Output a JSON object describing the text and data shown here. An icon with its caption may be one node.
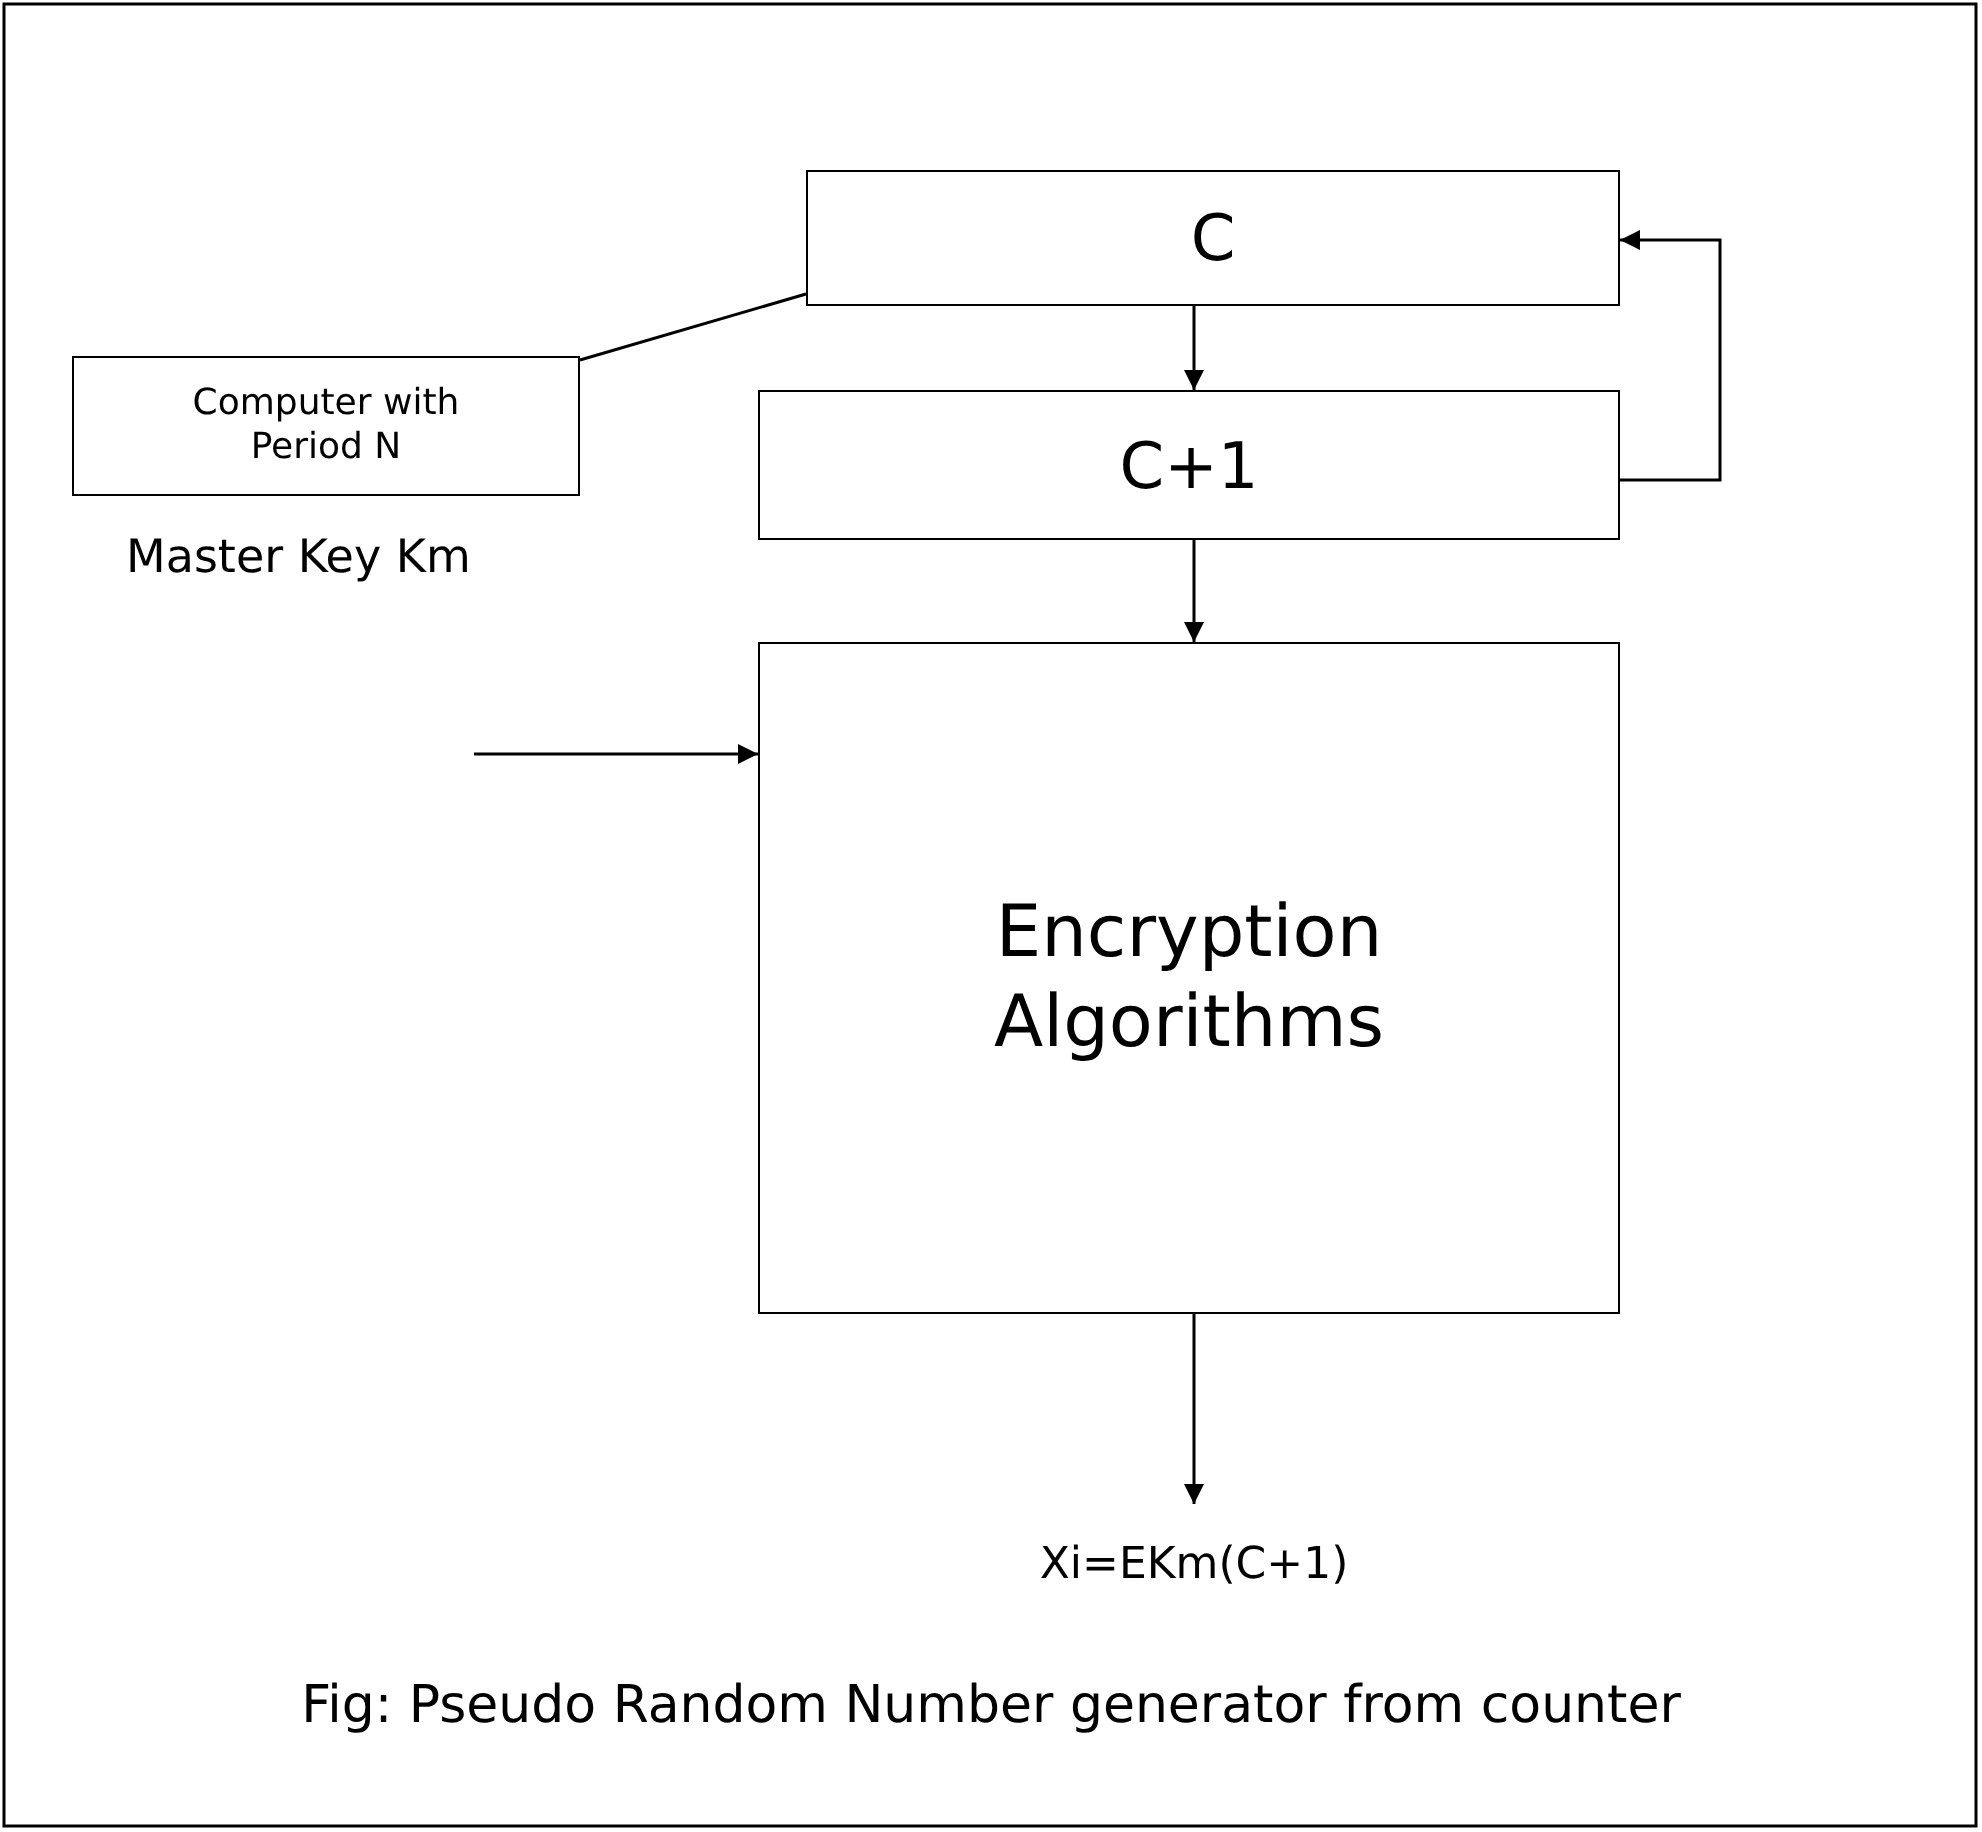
{
  "diagram": {
    "caption": "Fig: Pseudo Random Number generator from counter",
    "nodes": [
      {
        "text": [
          "C"
        ]
      },
      {
        "text": [
          "Computer with Period N"
        ]
      },
      {
        "text": [
          "C+1"
        ]
      },
      {
        "text": [
          "Encryption Algorithms"
        ]
      },
      {
        "text": [
          "Xi=EKm(C+1)"
        ]
      }
    ],
    "edges": [
      {
        "from": 1,
        "to": 0,
        "arrow": "none"
      },
      {
        "from": 0,
        "to": 2,
        "arrow": "to"
      },
      {
        "from": 2,
        "to": 0,
        "arrow": "to"
      },
      {
        "from": 2,
        "to": 3,
        "arrow": "to"
      },
      {
        "from": null,
        "to": 3,
        "arrow": "to"
      },
      {
        "from": 3,
        "to": 4,
        "arrow": "to"
      }
    ],
    "labels": [
      "Master Key Km"
    ]
  }
}
